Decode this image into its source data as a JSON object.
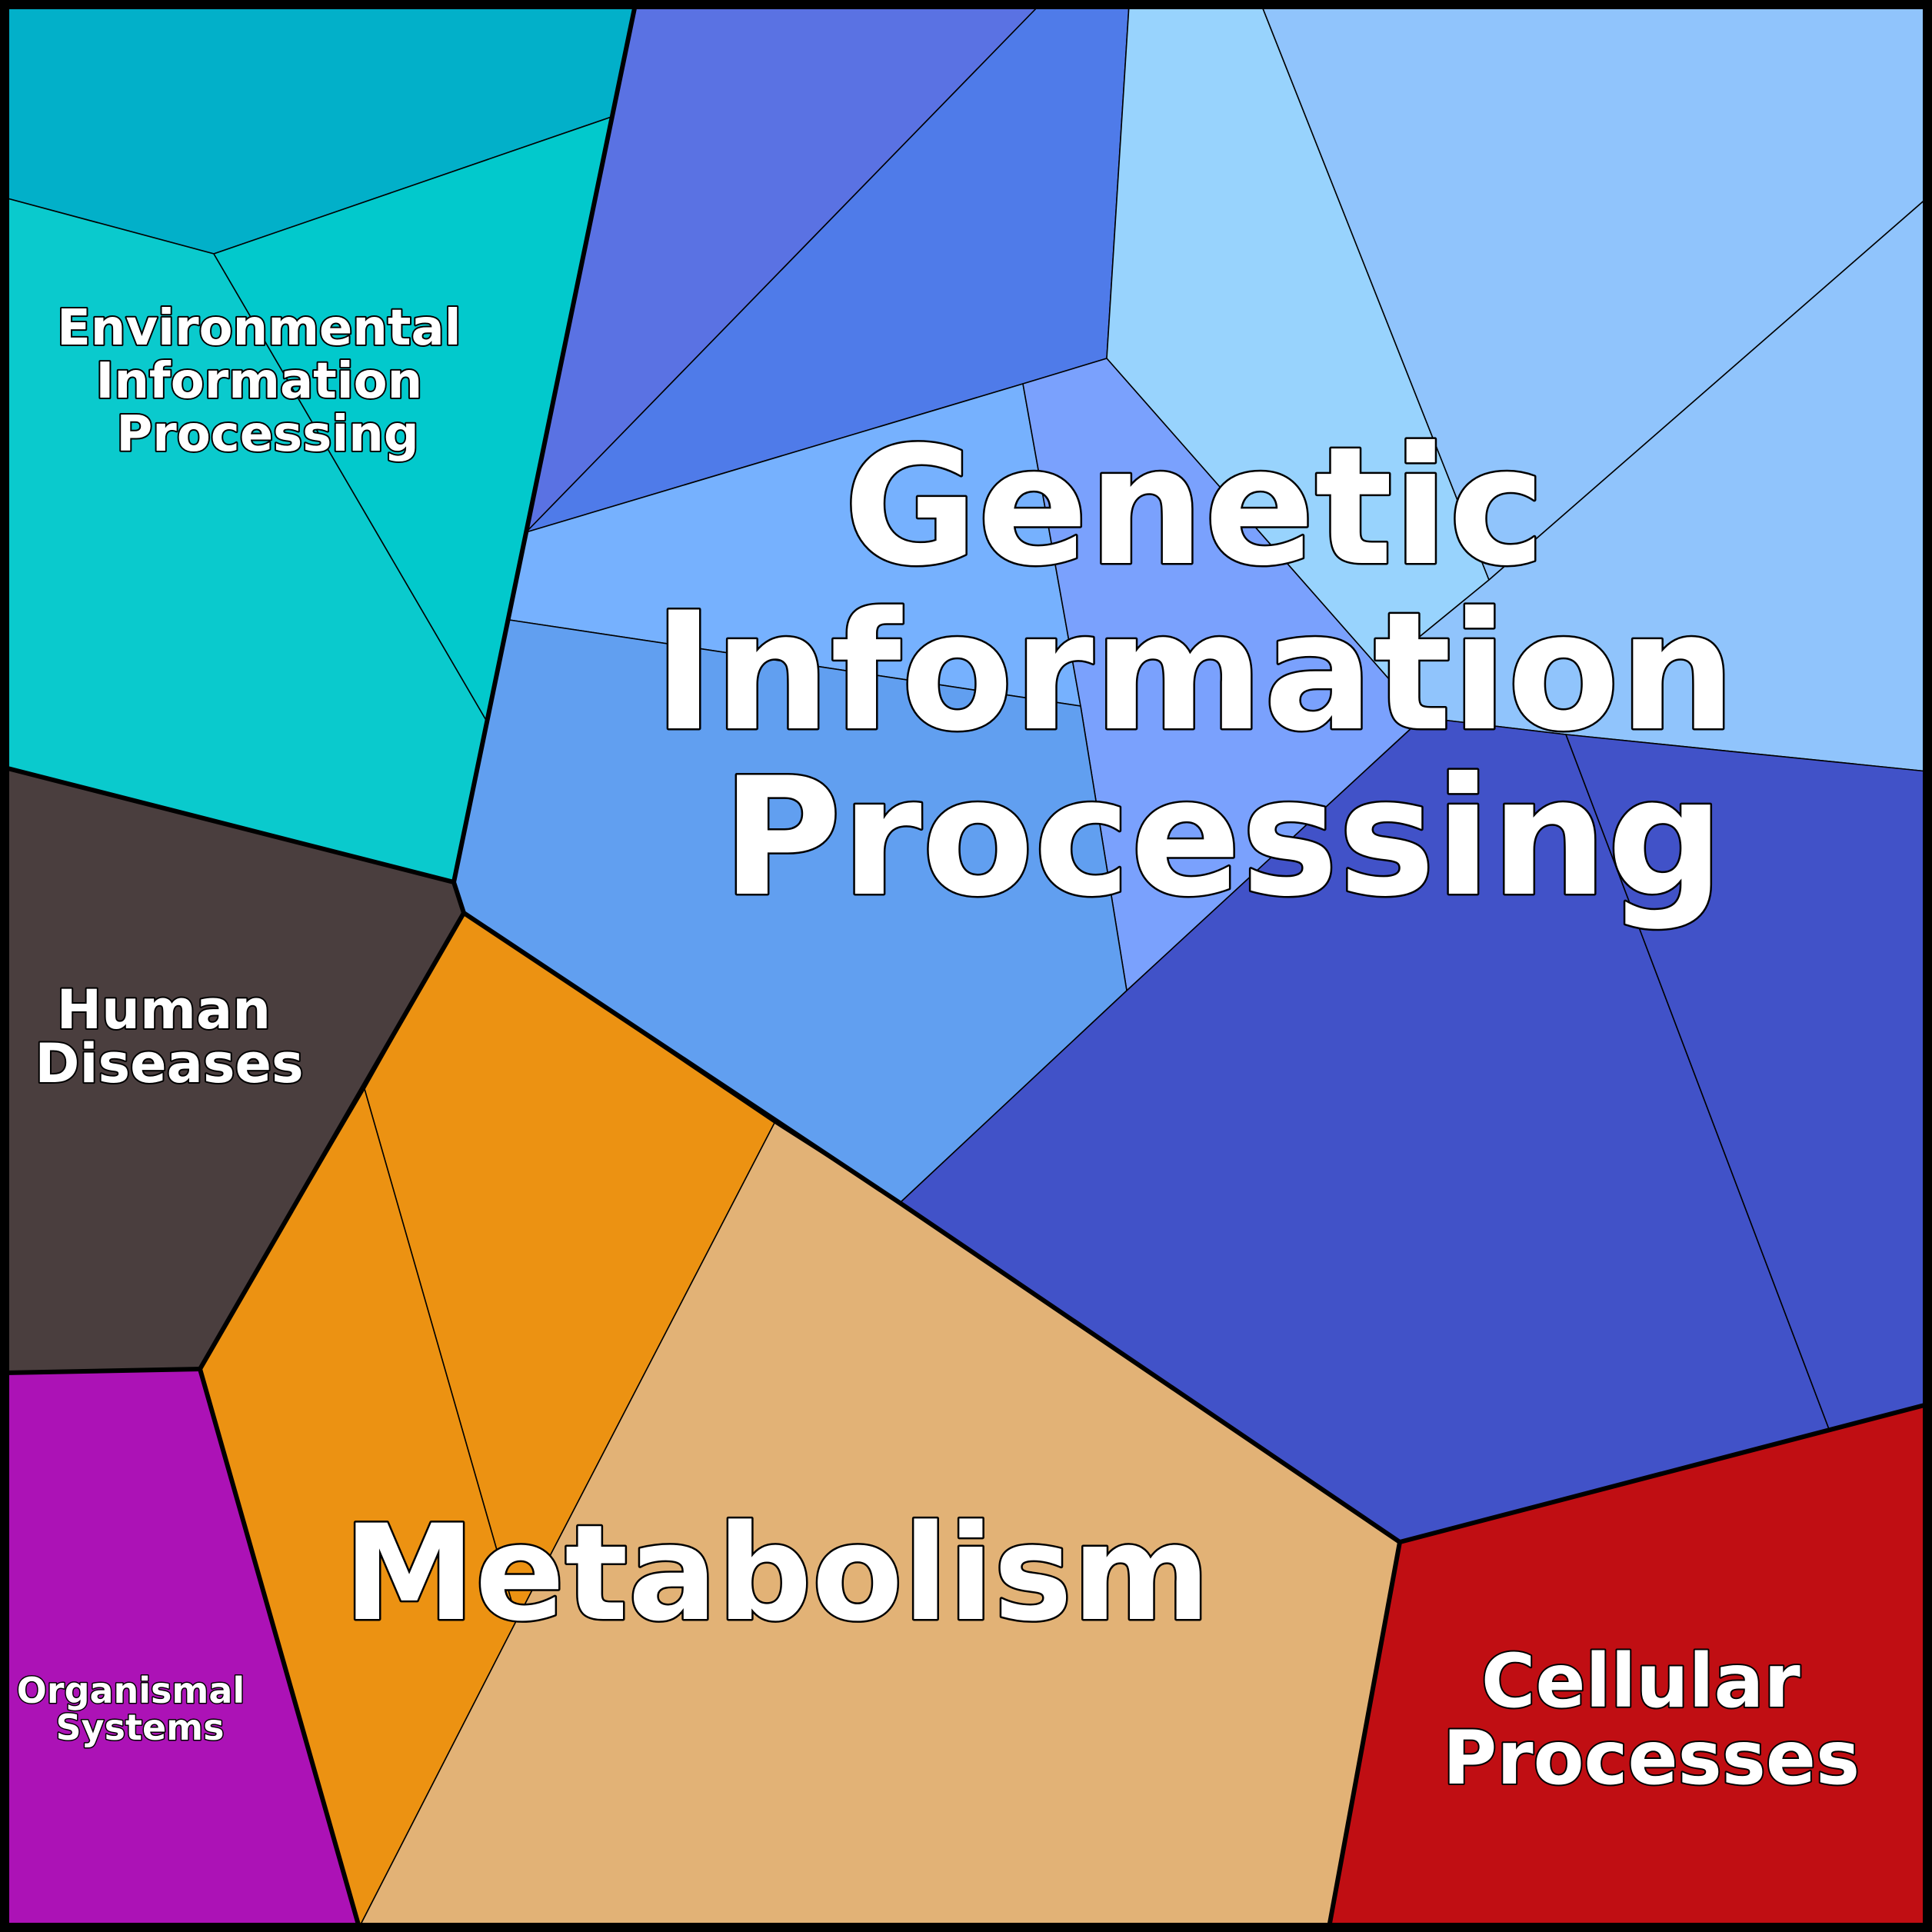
{
  "categories": [
    {
      "id": "environmental",
      "label_lines": [
        "Environmental",
        "Information",
        "Processing"
      ],
      "colors": [
        "#02b0c9",
        "#0acacd",
        "#02c9cc"
      ]
    },
    {
      "id": "genetic",
      "label_lines": [
        "Genetic",
        "Information",
        "Processing"
      ],
      "colors": [
        "#5a72e3",
        "#4f7be9",
        "#98d3fd",
        "#90c4fc",
        "#76b1fe",
        "#7aa1fd",
        "#619ff0",
        "#4152c8"
      ]
    },
    {
      "id": "human-diseases",
      "label_lines": [
        "Human",
        "Diseases"
      ],
      "colors": [
        "#4a3e3e"
      ]
    },
    {
      "id": "metabolism",
      "label_lines": [
        "Metabolism"
      ],
      "colors": [
        "#ec9212",
        "#e2b276"
      ]
    },
    {
      "id": "organismal-systems",
      "label_lines": [
        "Organismal",
        "Systems"
      ],
      "colors": [
        "#ac12b6"
      ]
    },
    {
      "id": "cellular-processes",
      "label_lines": [
        "Cellular",
        "Processes"
      ],
      "colors": [
        "#c00e13"
      ]
    }
  ]
}
